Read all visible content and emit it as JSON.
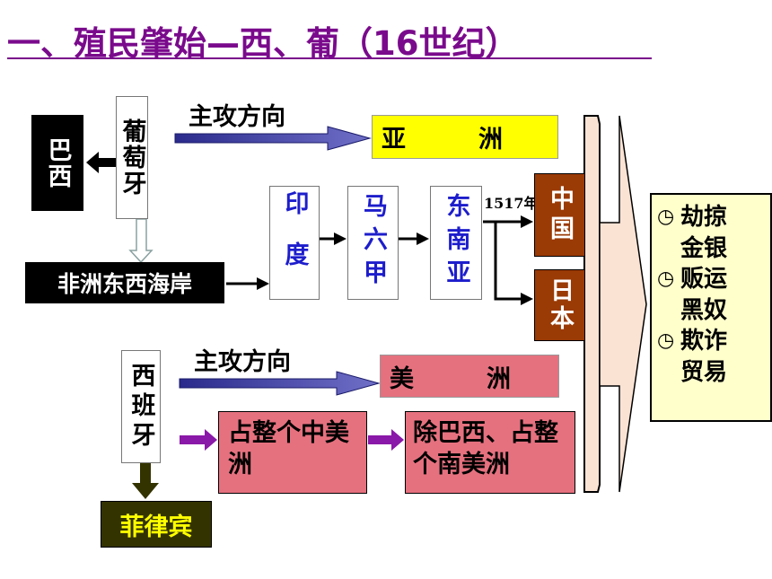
{
  "title": "一、殖民肇始—西、葡（16世纪）",
  "portugal": {
    "name": "葡萄牙",
    "main_direction_label": "主攻方向",
    "main_target": "亚　　　洲",
    "brazil": "巴西",
    "africa": "非洲东西海岸",
    "route": [
      "印度",
      "马六甲",
      "东南亚"
    ],
    "year_label": "1517年",
    "china": "中国",
    "japan": "日本"
  },
  "spain": {
    "name": "西班牙",
    "main_direction_label": "主攻方向",
    "main_target": "美　　　洲",
    "step1": "占整个中美洲",
    "step2": "除巴西、占整个南美洲",
    "philippines": "菲律宾"
  },
  "summary": {
    "items": [
      "劫掠金银",
      "贩运黑奴",
      "欺诈贸易"
    ],
    "bullet_icon": "clock-icon"
  },
  "colors": {
    "title": "#7a0a8c",
    "arrow_blue": "#2a2a8c",
    "arrow_purple": "#8a18a8",
    "asia_fill": "#ffff00",
    "america_fill": "#e5717f",
    "china_fill": "#9a3a05",
    "summary_fill": "#ffffcc",
    "bracket_fill": "#fbe3d4",
    "philippines_fill": "#333300",
    "philippines_text": "#ffff00"
  }
}
